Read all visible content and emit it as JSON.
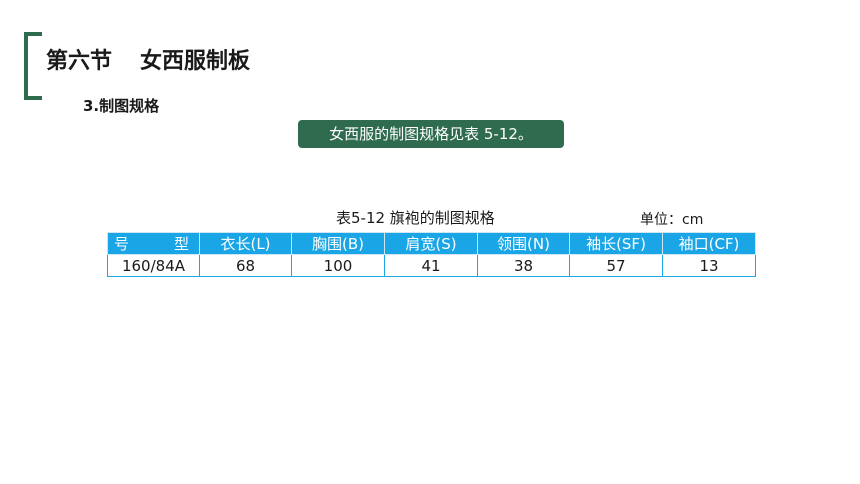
{
  "header": {
    "section_no": "第六节",
    "section_title": "女西服制板",
    "subsection": "3.制图规格"
  },
  "note": {
    "text": "女西服的制图规格见表 5-12。"
  },
  "table": {
    "caption": "表5-12 旗袍的制图规格",
    "unit": "单位：cm",
    "headers": [
      "号　　　型",
      "衣长(L)",
      "胸围(B)",
      "肩宽(S)",
      "领围(N)",
      "袖长(SF)",
      "袖口(CF)"
    ],
    "rows": [
      [
        "160/84A",
        "68",
        "100",
        "41",
        "38",
        "57",
        "13"
      ]
    ]
  },
  "colors": {
    "brand_green": "#2f6b4f",
    "table_header_blue": "#1aa6e6"
  }
}
